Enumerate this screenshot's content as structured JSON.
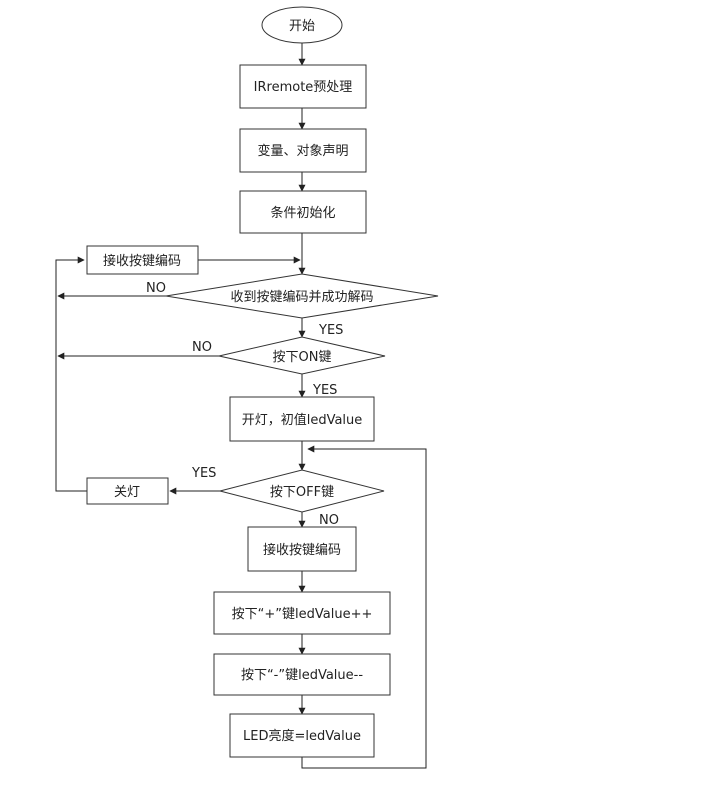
{
  "nodes": {
    "start": "开始",
    "preprocess": "IRremote预处理",
    "declare": "变量、对象声明",
    "init": "条件初始化",
    "receive_code_1": "接收按键编码",
    "decision_decoded": "收到按键编码并成功解码",
    "decision_on": "按下ON键",
    "light_on": "开灯，初值ledValue",
    "light_off": "关灯",
    "decision_off": "按下OFF键",
    "receive_code_2": "接收按键编码",
    "plus_key": "按下“+”键ledValue++",
    "minus_key": "按下“-”键ledValue--",
    "brightness": "LED亮度=ledValue"
  },
  "edge_labels": {
    "decoded_no": "NO",
    "decoded_yes": "YES",
    "on_no": "NO",
    "on_yes": "YES",
    "off_yes": "YES",
    "off_no": "NO"
  }
}
